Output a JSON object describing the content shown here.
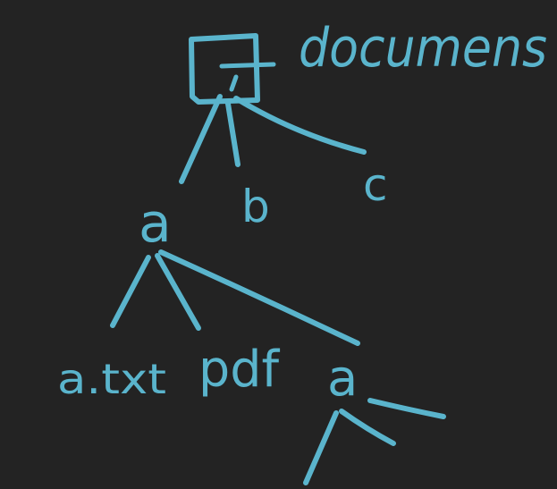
{
  "colors": {
    "background": "#232323",
    "ink": "#5ab4cc"
  },
  "root": {
    "icon": "folder-square-icon",
    "label": "documens"
  },
  "level1": {
    "a": "a",
    "b": "b",
    "c": "c"
  },
  "level2": {
    "file_txt": "a.txt",
    "file_pdf": "pdf",
    "subfolder": "a"
  }
}
